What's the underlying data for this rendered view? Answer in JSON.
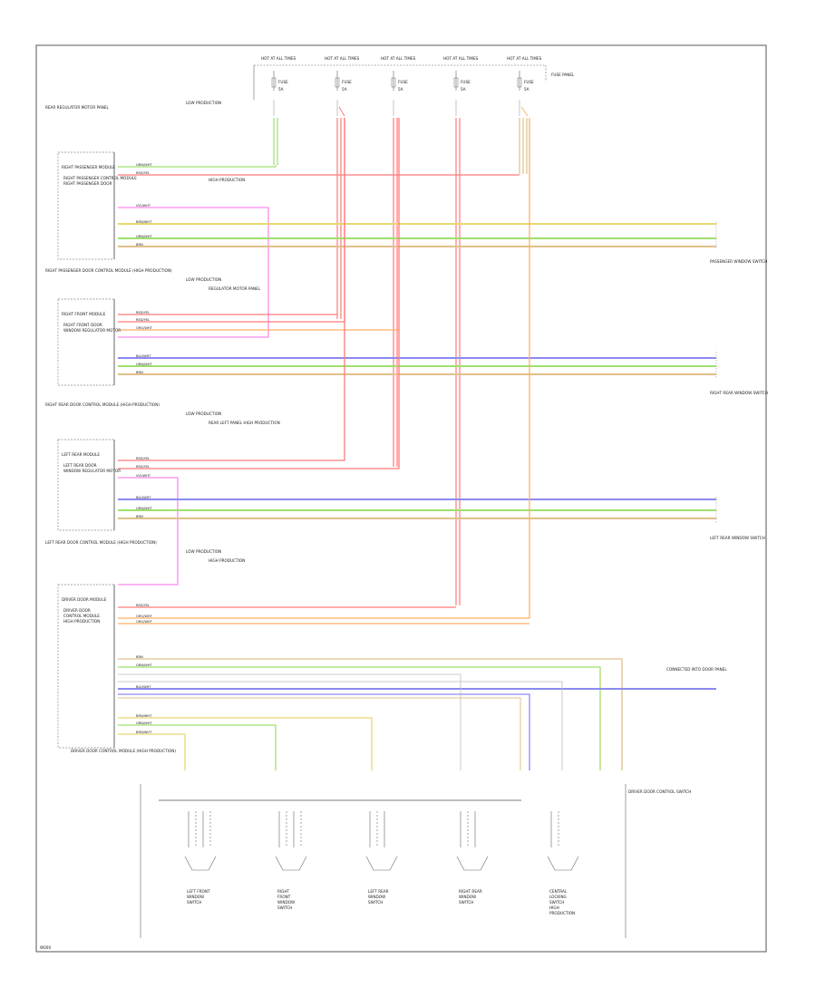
{
  "diagram": {
    "fuse_header": "HOT AT ALL TIMES",
    "fuse_box_label": "FUSE PANEL",
    "fuse_label": "FUSE",
    "fuse_ratings": [
      "5A",
      "5A",
      "5A",
      "5A",
      "5A"
    ],
    "colors": {
      "frame": "#555555",
      "red": "#ff7a7a",
      "pink": "#ff88ee",
      "green": "#9ee06a",
      "yellow": "#e8d870",
      "orange": "#ffb066",
      "blue": "#8a8af0",
      "tan": "#e0c08a"
    },
    "modules": [
      {
        "title": "RIGHT PASSENGER MODULE",
        "side_labels": [
          "RIGHT PASSENGER CONTROL MODULE",
          "RIGHT PASSENGER DOOR"
        ],
        "above_note": "REAR REGULATOR MOTOR PANEL",
        "prod_note": "LOW PRODUCTION",
        "extra_note": "HIGH PRODUCTION"
      },
      {
        "title": "RIGHT FRONT MODULE",
        "side_labels": [
          "RIGHT FRONT DOOR",
          "WINDOW REGULATOR MOTOR"
        ],
        "above_note": "RIGHT PASSENGER DOOR CONTROL MODULE (HIGH PRODUCTION)",
        "prod_note": "LOW PRODUCTION",
        "extra_note": "REGULATOR MOTOR PANEL"
      },
      {
        "title": "LEFT REAR MODULE",
        "side_labels": [
          "LEFT REAR DOOR",
          "WINDOW REGULATOR MOTOR"
        ],
        "above_note": "RIGHT REAR DOOR CONTROL MODULE (HIGH PRODUCTION)",
        "prod_note": "LOW PRODUCTION",
        "extra_note": "REAR LEFT PANEL HIGH PRODUCTION"
      },
      {
        "title": "DRIVER DOOR MODULE",
        "side_labels": [
          "DRIVER DOOR",
          "CONTROL MODULE",
          "HIGH PRODUCTION"
        ],
        "above_note": "LEFT REAR DOOR CONTROL MODULE (HIGH PRODUCTION)",
        "prod_note": "LOW PRODUCTION",
        "extra_note": "HIGH PRODUCTION"
      }
    ],
    "wire_codes": {
      "green": "GRN/WHT",
      "red": "RED/YEL",
      "pink": "VIO/WHT",
      "yellow": "BRN/WHT",
      "orange": "ORG/WHT",
      "blue": "BLU/WHT",
      "tan": "BRN"
    },
    "right_notes": [
      "PASSENGER WINDOW SWITCH",
      "RIGHT REAR WINDOW SWITCH",
      "LEFT REAR WINDOW SWITCH",
      "CONNECTED INTO DOOR PANEL",
      "DRIVER DOOR CONTROL SWITCH"
    ],
    "bottom_left_note": "DRIVER DOOR CONTROL MODULE (HIGH PRODUCTION)",
    "switches": [
      "LEFT FRONT WINDOW SWITCH",
      "RIGHT FRONT WINDOW SWITCH",
      "LEFT REAR WINDOW SWITCH",
      "RIGHT REAR WINDOW SWITCH",
      "CENTRAL LOCKING SWITCH HIGH PRODUCTION"
    ],
    "footer_code": "W000"
  }
}
